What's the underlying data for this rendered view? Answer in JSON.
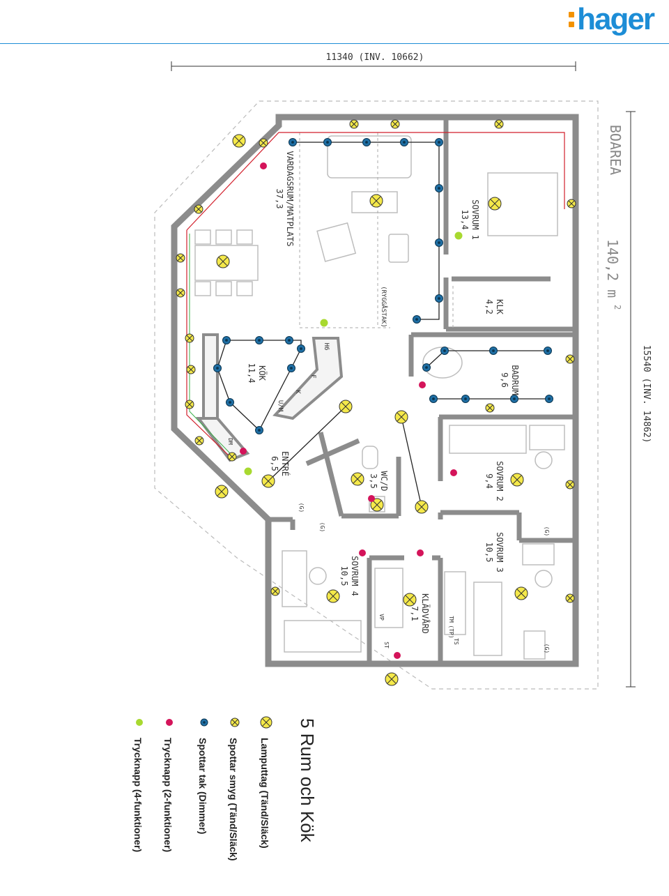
{
  "brand": {
    "name": "hager",
    "accent": "#1d8dd6",
    "dots": "#f39200"
  },
  "dimensions": {
    "top": "11340 (INV. 10662)",
    "right": "15540 (INV. 14862)"
  },
  "area": {
    "label": "BOAREA",
    "value": "140,2 m",
    "unit_sup": "2"
  },
  "rooms": [
    {
      "name": "VARDAGSRUM/MATPLATS",
      "size": "37,3"
    },
    {
      "name": "SOVRUM 1",
      "size": "13,4"
    },
    {
      "name": "KLK",
      "size": "4,2"
    },
    {
      "name": "KÖK",
      "size": "11,4"
    },
    {
      "name": "BADRUM",
      "size": "9,6"
    },
    {
      "name": "ENTRÉ",
      "size": "6,5"
    },
    {
      "name": "WC/D",
      "size": "3,5"
    },
    {
      "name": "SOVRUM 2",
      "size": "9,4"
    },
    {
      "name": "SOVRUM 3",
      "size": "10,5"
    },
    {
      "name": "SOVRUM 4",
      "size": "10,5"
    },
    {
      "name": "KLÄDVÅRD",
      "size": "7,1"
    }
  ],
  "labels": {
    "ryggastak": "(RYGGÅSTAK)",
    "h6": "H6",
    "f": "F",
    "k": "K",
    "um": "U/M",
    "dm": "DM",
    "g": "(G)",
    "tm": "TM",
    "tp": "(TP)",
    "ts": "TS",
    "vp": "VP",
    "st": "ST"
  },
  "title": "5 Rum och Kök",
  "legend": [
    {
      "icon": "lamp-outlet-icon",
      "text": "Lamputtag (Tänd/Släck)"
    },
    {
      "icon": "soffit-spot-icon",
      "text": "Spottar smyg (Tänd/Släck)"
    },
    {
      "icon": "ceiling-spot-icon",
      "text": "Spottar tak (Dimmer)"
    },
    {
      "icon": "pushbutton-2-icon",
      "text": "Trycknapp (2-funktioner)"
    },
    {
      "icon": "pushbutton-4-icon",
      "text": "Trycknapp (4-funktioner)"
    }
  ],
  "colors": {
    "wall": "#8c8c8c",
    "lamp": "#f5e94a",
    "spot": "#1f6fa5",
    "push2": "#d4145a",
    "push4": "#a8d930",
    "wire": "#d21f2b"
  }
}
